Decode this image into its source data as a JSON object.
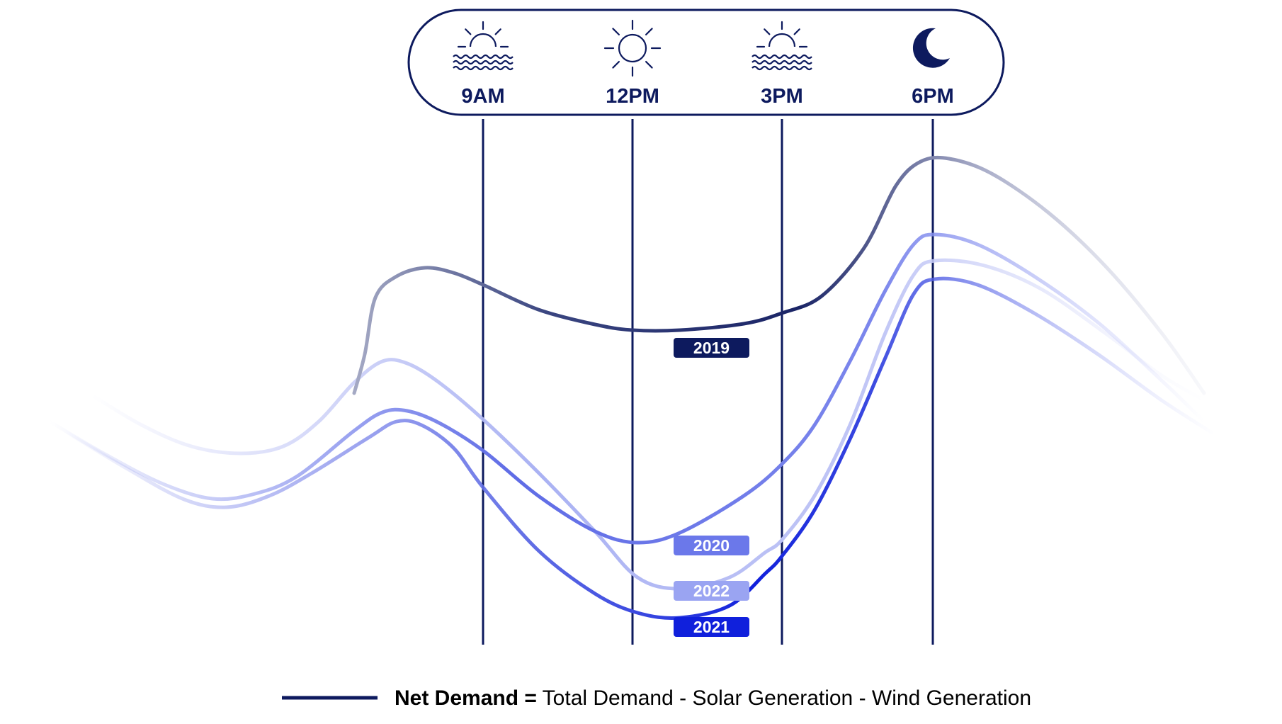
{
  "chart_data": {
    "type": "line",
    "categories": [
      "9AM",
      "12PM",
      "3PM",
      "6PM"
    ],
    "series": [
      {
        "name": "2019",
        "color": "#0d1a5e"
      },
      {
        "name": "2020",
        "color": "#6b78ea"
      },
      {
        "name": "2021",
        "color": "#1020dc"
      },
      {
        "name": "2022",
        "color": "#9aa4f2"
      }
    ],
    "time_icons": [
      "sunrise-icon",
      "sun-icon",
      "sunset-icon",
      "moon-icon"
    ],
    "legend": {
      "bold": "Net Demand =",
      "text": " Total Demand - Solar Generation - Wind Generation",
      "line_color": "#0d1a5e"
    }
  }
}
